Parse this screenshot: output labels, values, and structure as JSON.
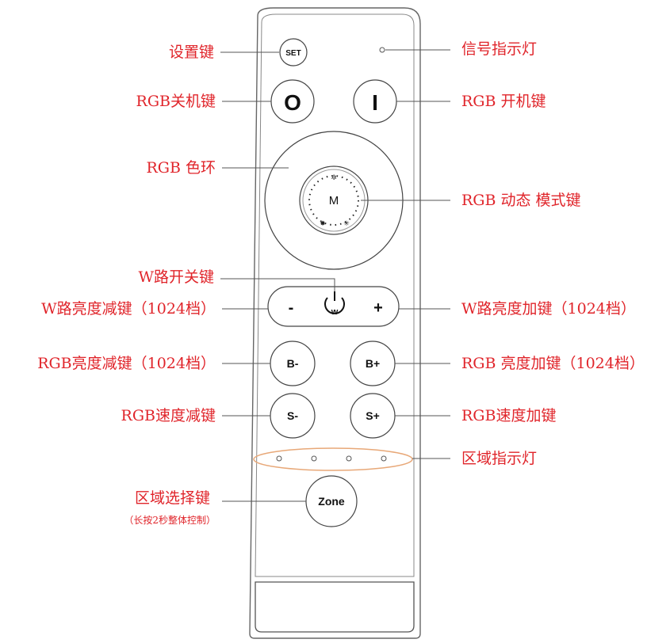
{
  "buttons": {
    "set": "SET",
    "off": "O",
    "on": "I",
    "mode": "M",
    "w_minus": "-",
    "w_power": "w",
    "w_plus": "+",
    "b_minus": "B-",
    "b_plus": "B+",
    "s_minus": "S-",
    "s_plus": "S+",
    "zone": "Zone"
  },
  "labels": {
    "set_key": "设置键",
    "signal_light": "信号指示灯",
    "rgb_off": "RGB关机键",
    "rgb_on": "RGB 开机键",
    "rgb_ring": "RGB 色环",
    "rgb_mode": "RGB 动态 模式键",
    "w_switch": "W路开关键",
    "w_bright_down": "W路亮度减键（1024档）",
    "w_bright_up": "W路亮度加键（1024档）",
    "rgb_bright_down": "RGB亮度减键（1024档）",
    "rgb_bright_up": "RGB 亮度加键（1024档）",
    "rgb_speed_down": "RGB速度减键",
    "rgb_speed_up": "RGB速度加键",
    "zone_light": "区域指示灯",
    "zone_select": "区域选择键",
    "zone_note": "（长按2秒整体控制）"
  },
  "colors": {
    "label": "#e0242a",
    "outline": "#555555",
    "zone_ring": "#e8a878"
  }
}
